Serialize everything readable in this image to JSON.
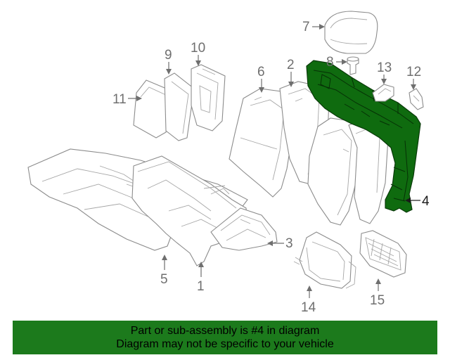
{
  "callouts": {
    "c1": "1",
    "c2": "2",
    "c3": "3",
    "c4": "4",
    "c5": "5",
    "c6": "6",
    "c7": "7",
    "c8": "8",
    "c9": "9",
    "c10": "10",
    "c11": "11",
    "c12": "12",
    "c13": "13",
    "c14": "14",
    "c15": "15"
  },
  "highlighted_part": "4",
  "colors": {
    "highlight_fill": "#0f6b0f",
    "banner_background": "#1c7a1c",
    "outline": "#8c8c8c"
  },
  "banner": {
    "line1": "Part or sub-assembly is #4 in diagram",
    "line2": "Diagram may not be specific to your vehicle"
  }
}
